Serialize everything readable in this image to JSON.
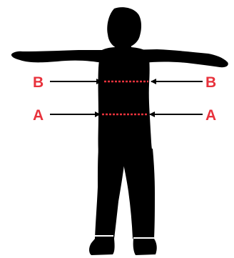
{
  "diagram": {
    "labels": {
      "b_left": "B",
      "b_right": "B",
      "a_left": "A",
      "a_right": "A"
    },
    "colors": {
      "silhouette": "#000000",
      "marker": "#e8323c",
      "background": "#ffffff"
    }
  }
}
